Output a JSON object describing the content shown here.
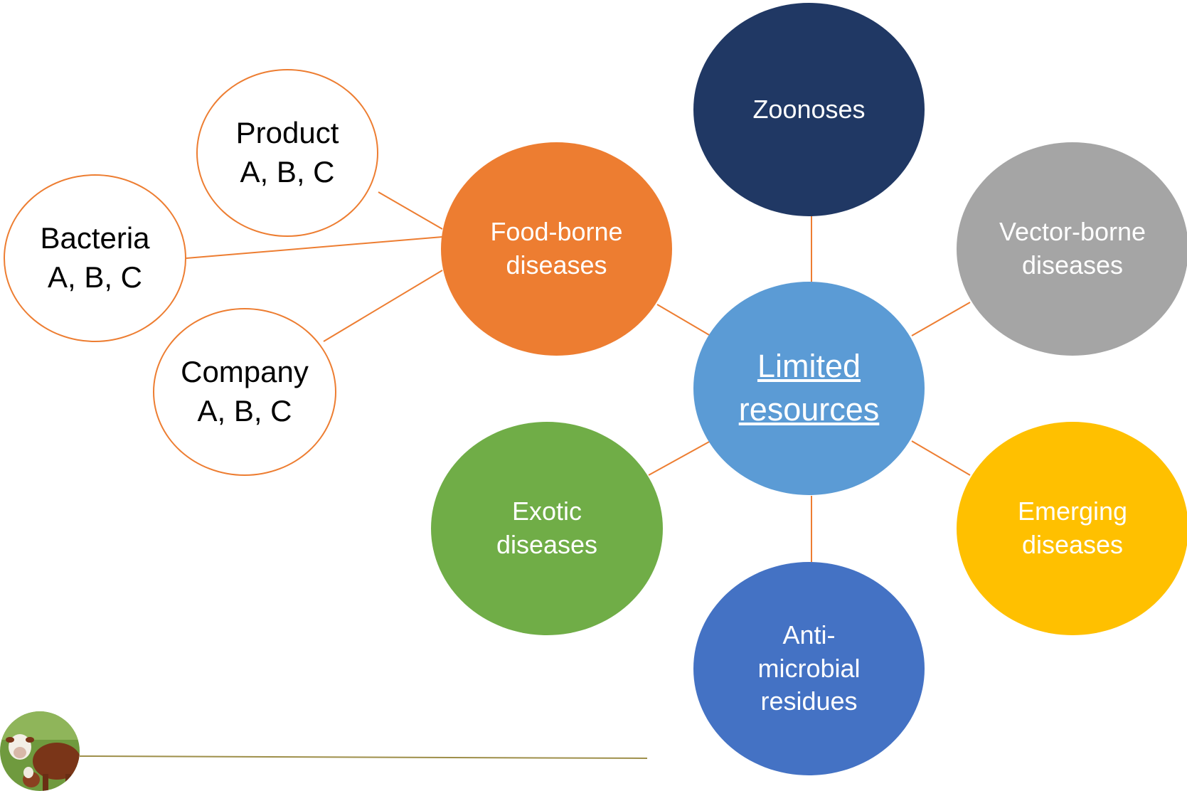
{
  "diagram": {
    "center": {
      "lines": [
        "Limited",
        "resources"
      ],
      "color": "#5b9bd5"
    },
    "satellites": [
      {
        "id": "zoonoses",
        "lines": [
          "Zoonoses"
        ],
        "color": "#203864"
      },
      {
        "id": "vector-borne",
        "lines": [
          "Vector-borne",
          "diseases"
        ],
        "color": "#a5a5a5"
      },
      {
        "id": "emerging",
        "lines": [
          "Emerging",
          "diseases"
        ],
        "color": "#ffc000"
      },
      {
        "id": "antimicrobial",
        "lines": [
          "Anti-",
          "microbial",
          "residues"
        ],
        "color": "#4472c4"
      },
      {
        "id": "exotic",
        "lines": [
          "Exotic",
          "diseases"
        ],
        "color": "#70ad47"
      },
      {
        "id": "food-borne",
        "lines": [
          "Food-borne",
          "diseases"
        ],
        "color": "#ed7d31"
      }
    ],
    "sub_nodes": [
      {
        "id": "product",
        "lines": [
          "Product",
          "A, B, C"
        ]
      },
      {
        "id": "bacteria",
        "lines": [
          "Bacteria",
          "A, B, C"
        ]
      },
      {
        "id": "company",
        "lines": [
          "Company",
          "A, B, C"
        ]
      }
    ],
    "connector_color": "#ed7d31",
    "footer_rule_color": "#9e8f4a",
    "footer_image": "cow-and-calf-photo"
  }
}
